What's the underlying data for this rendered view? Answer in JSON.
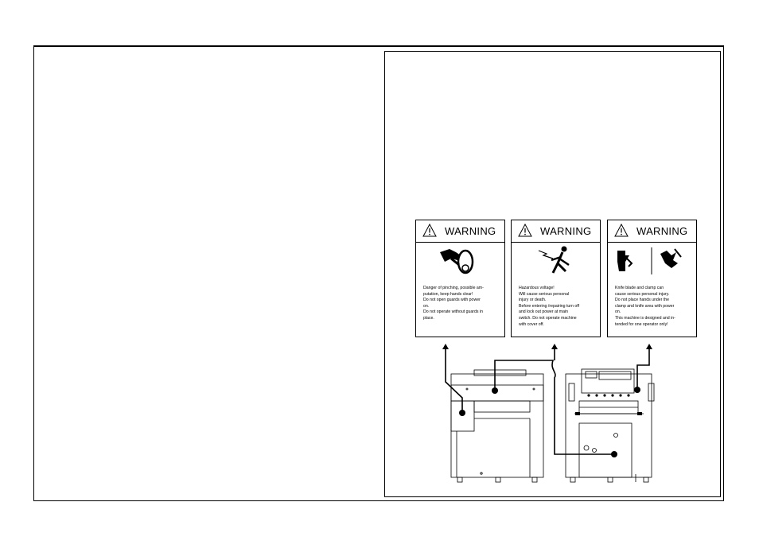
{
  "labels": [
    {
      "heading": "WARNING",
      "pictogram": "pinch-point-belt-icon",
      "lines": [
        "Danger of pinching, possible am-",
        "putation, keep hands clear!",
        "Do not open guards with power",
        "on.",
        "Do not operate without guards in",
        "place."
      ]
    },
    {
      "heading": "WARNING",
      "pictogram": "electric-shock-icon",
      "lines": [
        "Hazardous voltage!",
        "Will cause serious personal",
        "injury or death.",
        "Before entering /repairing turn off",
        "and lock out power at main",
        "switch. Do not operate machine",
        "with cover off."
      ]
    },
    {
      "heading": "WARNING",
      "pictogram": "knife-blade-clamp-icon",
      "lines": [
        "Knife blade and clamp can",
        "cause serious personal injury.",
        "Do not place hands under the",
        "clamp and knife area with power",
        "on.",
        "This machine is designed and in-",
        "tended for one operator only!"
      ]
    }
  ]
}
